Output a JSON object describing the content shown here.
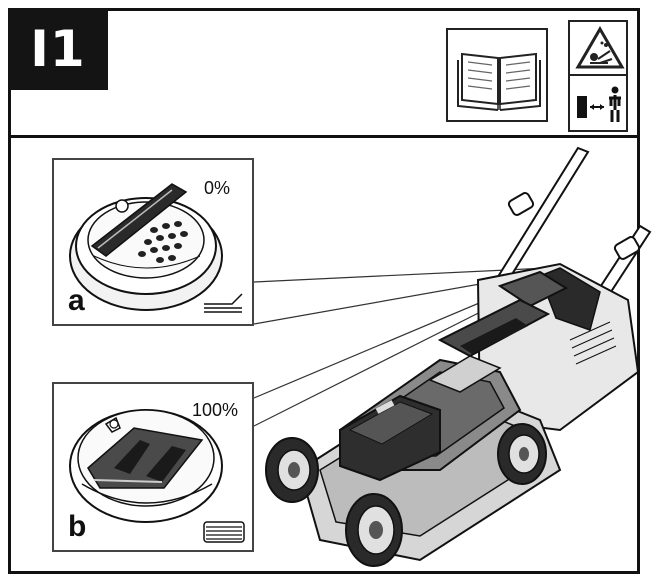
{
  "header": {
    "step_label": "I1",
    "icons": [
      "read-manual-icon",
      "thrown-objects-warning-icon",
      "keep-distance-icon"
    ]
  },
  "details": [
    {
      "letter": "a",
      "percent": "0%",
      "setting": "mulch-closed",
      "icon": "low-grass-icon"
    },
    {
      "letter": "b",
      "percent": "100%",
      "setting": "mulch-open",
      "icon": "full-grass-icon"
    }
  ],
  "illustration": {
    "subject": "lawn-mower-icon",
    "colors": {
      "line": "#111111",
      "fill_dark": "#2a2a2a",
      "fill_mid": "#6a6a6a",
      "fill_light": "#bdbdbd"
    }
  }
}
